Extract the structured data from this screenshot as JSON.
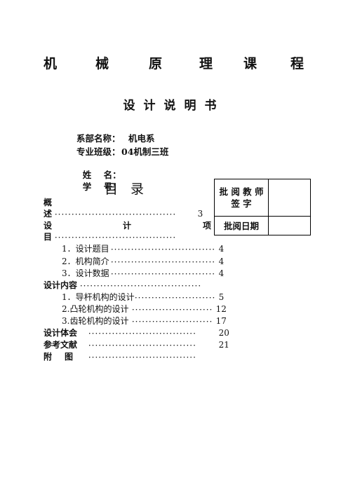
{
  "title_chars": [
    "机",
    "械",
    "原",
    "理",
    "课",
    "程"
  ],
  "subtitle": "设计说明书",
  "info": [
    {
      "label": "系部名称：",
      "value": "机电系"
    },
    {
      "label": "专业班级：",
      "value": "04机制三班"
    },
    {
      "label": "姓    名：",
      "value": ""
    },
    {
      "label": "学    号：",
      "value": ""
    }
  ],
  "toc": {
    "heading": "目录",
    "overview_a": "概",
    "overview_b": "述",
    "overview_page": "3",
    "design_project_a": "设",
    "design_project_b": "计",
    "design_project_c": "项",
    "design_project_d": "目",
    "sub1": [
      {
        "label": "1．设计题目",
        "page": "4"
      },
      {
        "label": "2．机构简介",
        "page": "4"
      },
      {
        "label": "3．设计数据",
        "page": "4"
      }
    ],
    "design_content": "设计内容",
    "sub2": [
      {
        "label": "1．导杆机构的设计",
        "page": "5"
      },
      {
        "label": "2.凸轮机构的设计",
        "page": "12"
      },
      {
        "label": "3.齿轮机构的设计",
        "page": "17"
      }
    ],
    "experience": "设计体会",
    "experience_page": "20",
    "references": "参考文献",
    "references_page": "21",
    "appendix_a": "附",
    "appendix_b": "图"
  },
  "approval": {
    "signature_label": "批 阅 教 师 签 字",
    "date_label": "批阅日期"
  }
}
